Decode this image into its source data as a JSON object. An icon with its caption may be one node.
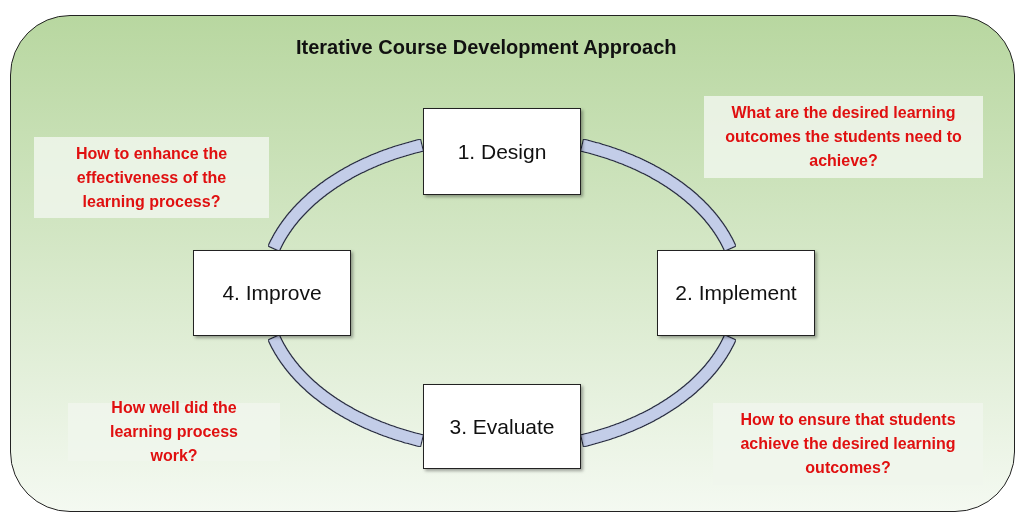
{
  "diagram": {
    "nodes": [
      {
        "text": [
          "Iterative Course Development Approach"
        ]
      },
      {
        "text": [
          "1. Design"
        ],
        "in": 0
      },
      {
        "text": [
          "2. Implement"
        ],
        "in": 0
      },
      {
        "text": [
          "3. Evaluate"
        ],
        "in": 0
      },
      {
        "text": [
          "4. Improve"
        ],
        "in": 0
      },
      {
        "text": [
          "What are the desired learning outcomes the students need to achieve?"
        ],
        "in": 0
      },
      {
        "text": [
          "How to ensure that students achieve the desired learning outcomes?"
        ],
        "in": 0
      },
      {
        "text": [
          "How well did the learning process work?"
        ],
        "in": 0
      },
      {
        "text": [
          "How to enhance the effectiveness of the learning process?"
        ],
        "in": 0
      }
    ],
    "edges": [
      {
        "from": 1,
        "to": 2,
        "arrow": "none"
      },
      {
        "from": 2,
        "to": 3,
        "arrow": "none"
      },
      {
        "from": 3,
        "to": 4,
        "arrow": "none"
      },
      {
        "from": 4,
        "to": 1,
        "arrow": "none"
      }
    ]
  }
}
